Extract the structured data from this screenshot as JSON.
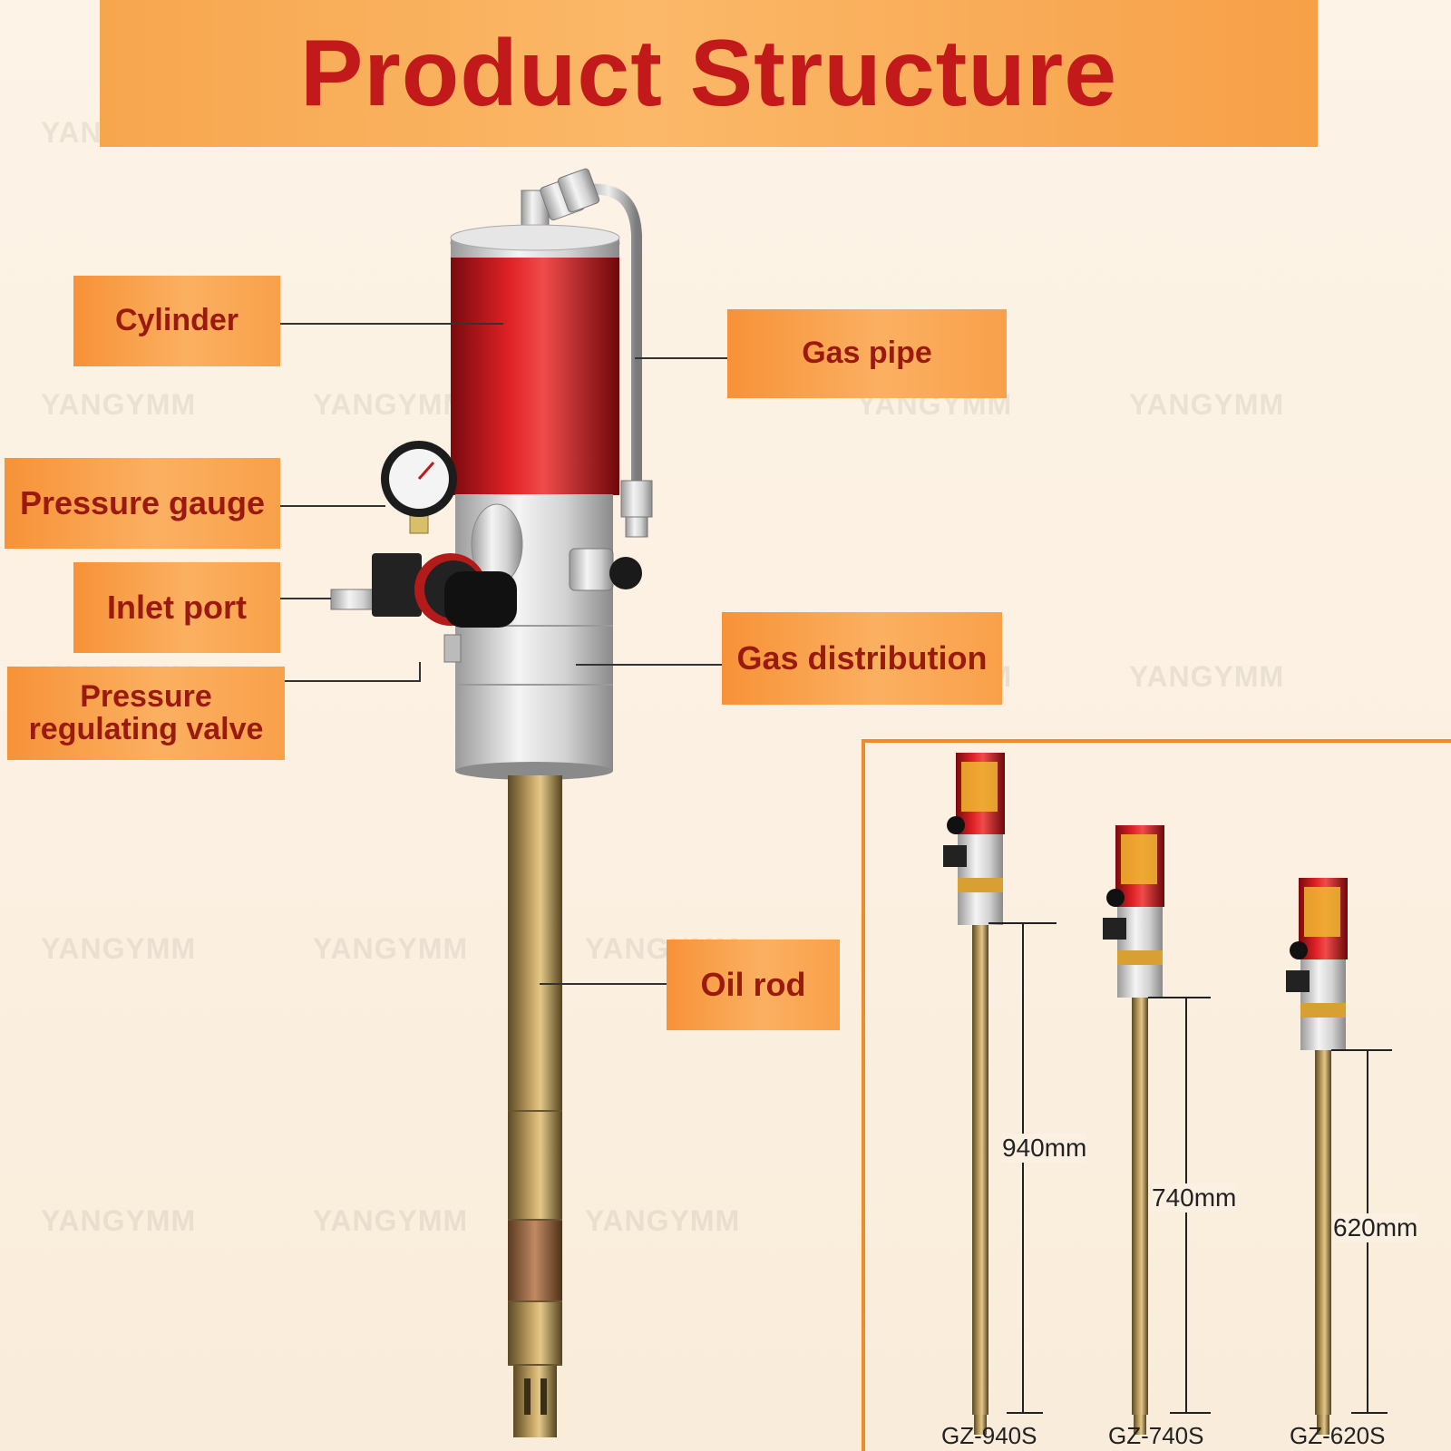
{
  "title": "Product Structure",
  "watermark_text": "YANGYMM",
  "labels": {
    "cylinder": "Cylinder",
    "gas_pipe": "Gas pipe",
    "pressure_gauge": "Pressure gauge",
    "inlet_port": "Inlet port",
    "pressure_regulating_valve": "Pressure regulating valve",
    "gas_distribution": "Gas distribution",
    "oil_rod": "Oil rod"
  },
  "models": [
    {
      "name": "GZ-940S",
      "length": "940mm"
    },
    {
      "name": "GZ-740S",
      "length": "740mm"
    },
    {
      "name": "GZ-620S",
      "length": "620mm"
    }
  ],
  "colors": {
    "title_text": "#c21a1a",
    "label_text": "#9b1a10",
    "label_bg": "#f9a04a",
    "cylinder_red": "#c8141a",
    "inset_border": "#f08a2a"
  }
}
